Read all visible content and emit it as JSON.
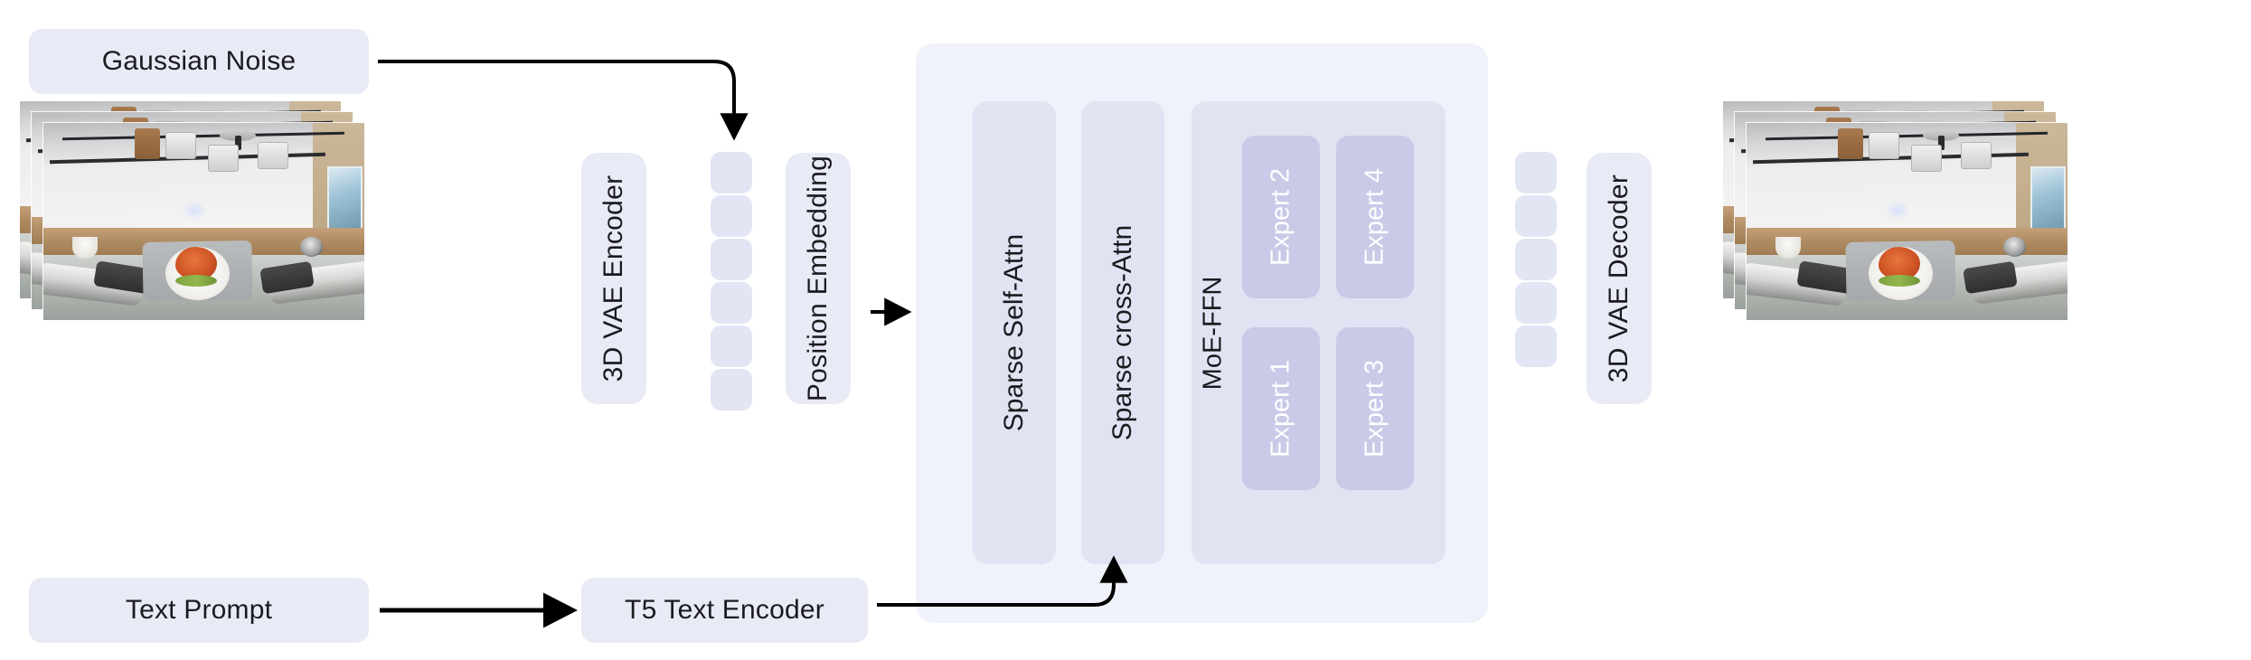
{
  "diagram": {
    "title": "Video diffusion model architecture with 3D VAE, sparse attention and MoE-FFN",
    "colors": {
      "label_box": "#e8eaf6",
      "token_box": "#e2e5f4",
      "block_background": "#f0f2fb",
      "column_box": "#e0e3f2",
      "expert_box": "#c9c9e8",
      "arrow": "#000000",
      "text": "#1b1b1f",
      "expert_text": "#ffffff"
    },
    "inputs": {
      "gaussian_noise": "Gaussian Noise",
      "text_prompt": "Text Prompt"
    },
    "encoders": {
      "vae_encoder": "3D VAE  Encoder",
      "position_embedding": "Position Embedding",
      "t5_text_encoder": "T5 Text Encoder"
    },
    "transformer": {
      "self_attention": "Sparse Self-Attn",
      "cross_attention": "Sparse cross-Attn",
      "moe_ffn": "MoE-FFN",
      "experts": [
        {
          "label": "Expert 1"
        },
        {
          "label": "Expert 2"
        },
        {
          "label": "Expert 3"
        },
        {
          "label": "Expert 4"
        }
      ]
    },
    "decoders": {
      "vae_decoder": "3D VAE Decoder"
    },
    "latent_tokens": {
      "input_count": 6,
      "output_count": 5
    },
    "frames": {
      "input_stack_count": 3,
      "output_stack_count": 3,
      "scene_description": "Top-down view of a robot arm holding a tray with a plate of food over a wooden counter in a cafeteria"
    },
    "flows": [
      {
        "from": "Gaussian Noise",
        "to": "latent token column"
      },
      {
        "from": "Position Embedding",
        "to": "transformer block"
      },
      {
        "from": "Text Prompt",
        "to": "T5 Text Encoder"
      },
      {
        "from": "T5 Text Encoder",
        "to": "Sparse cross-Attn"
      }
    ]
  }
}
